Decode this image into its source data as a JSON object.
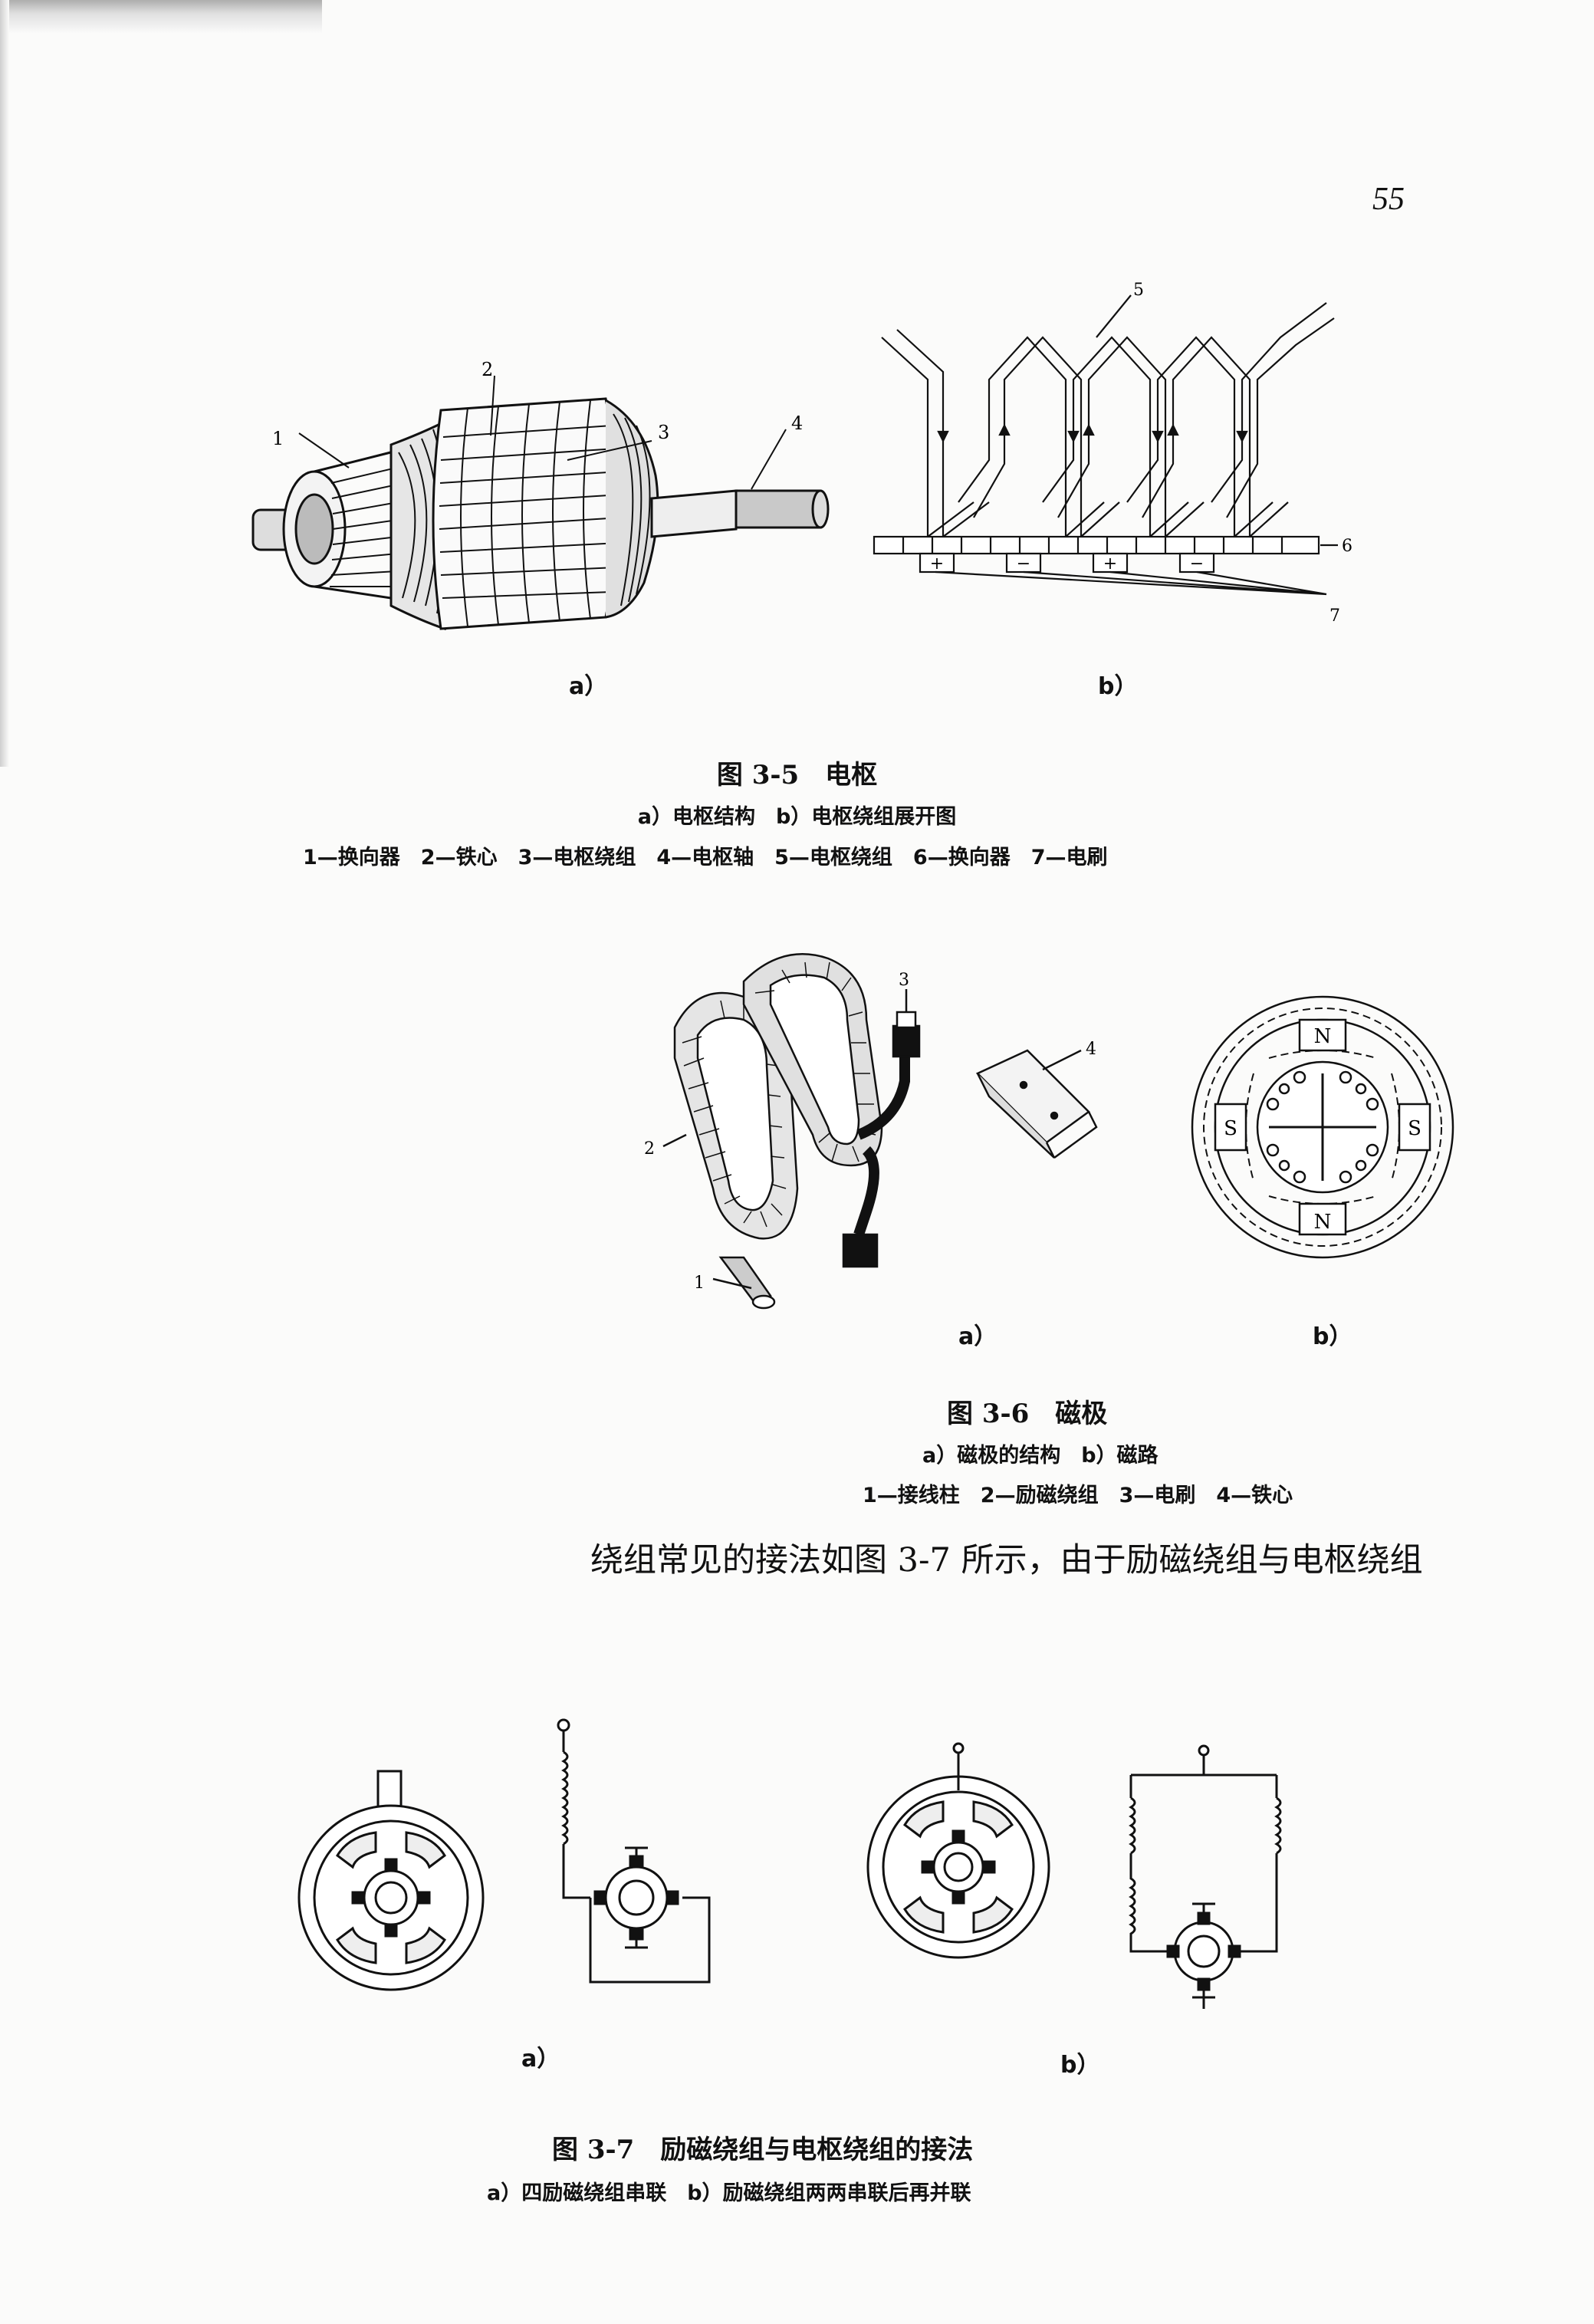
{
  "page_number": "55",
  "figure_3_5": {
    "sub_a": "a）",
    "sub_b": "b）",
    "title": "图 3-5　电枢",
    "subtitle": "a）电枢结构　b）电枢绕组展开图",
    "legend": "1—换向器　2—铁心　3—电枢绕组　4—电枢轴　5—电枢绕组　6—换向器　7—电刷",
    "labels": [
      "1",
      "2",
      "3",
      "4",
      "5",
      "6",
      "7"
    ],
    "brush_signs": [
      "+",
      "−",
      "+",
      "−"
    ]
  },
  "figure_3_6": {
    "sub_a": "a）",
    "sub_b": "b）",
    "title": "图 3-6　磁极",
    "subtitle": "a）磁极的结构　b）磁路",
    "legend": "1—接线柱　2—励磁绕组　3—电刷　4—铁心",
    "labels": [
      "1",
      "2",
      "3",
      "4"
    ],
    "poles": [
      "N",
      "S",
      "S",
      "N"
    ]
  },
  "body_text": "绕组常见的接法如图 3-7 所示，由于励磁绕组与电枢绕组",
  "figure_3_7": {
    "sub_a": "a）",
    "sub_b": "b）",
    "title": "图 3-7　励磁绕组与电枢绕组的接法",
    "subtitle": "a）四励磁绕组串联　b）励磁绕组两两串联后再并联"
  }
}
